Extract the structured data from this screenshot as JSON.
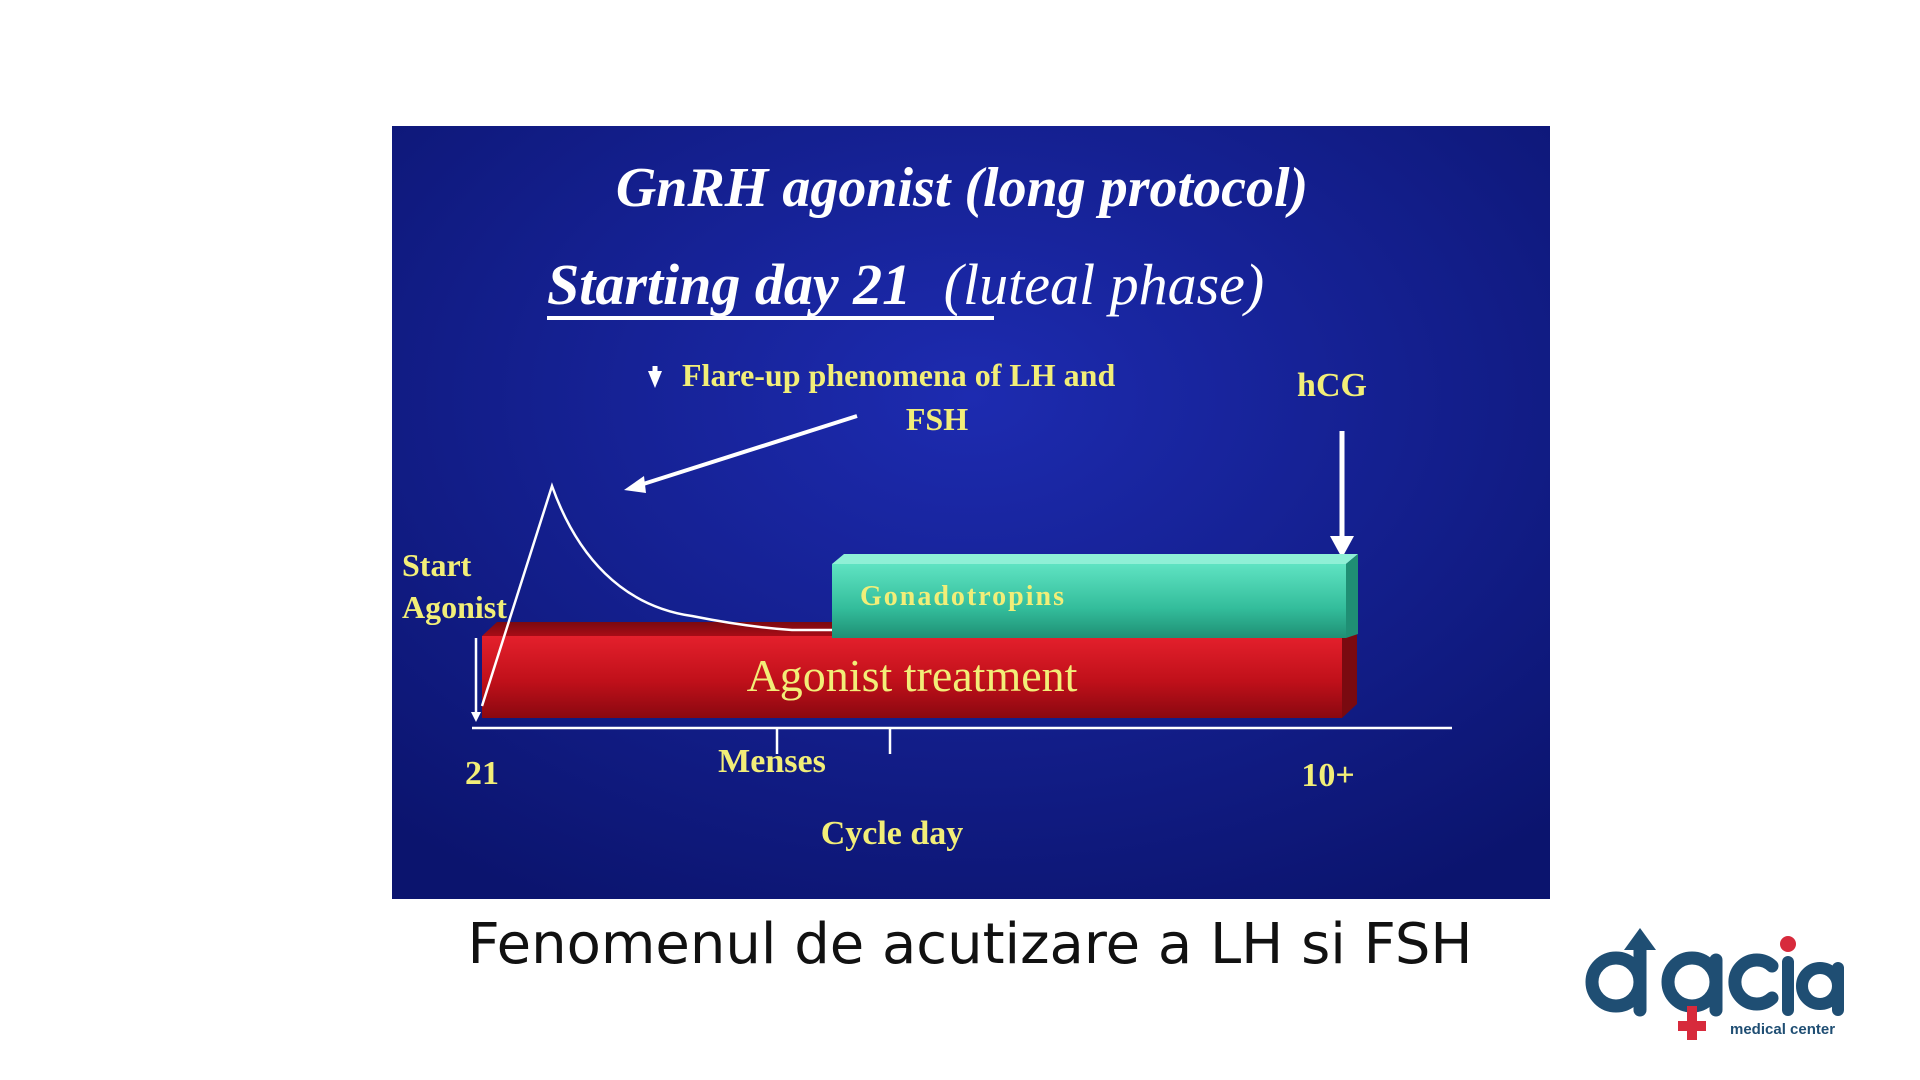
{
  "slide": {
    "title": "GnRH agonist (long protocol)",
    "subtitle_bold": "Starting day 21",
    "subtitle_rest": "(luteal phase)",
    "flare_line1": "Flare-up phenomena of LH and",
    "flare_line2": "FSH",
    "hcg_label": "hCG",
    "start_line1": "Start",
    "start_line2": "Agonist",
    "gonadotropins_label": "Gonadotropins",
    "agonist_label": "Agonist treatment",
    "tick_start": "21",
    "tick_menses": "Menses",
    "tick_end": "10+",
    "axis_label": "Cycle day",
    "colors": {
      "background": "#0e1a8c",
      "title_text": "#ffffff",
      "label_text": "#f2ee78",
      "agonist_bar": "#c4101c",
      "gonadotropin_bar": "#39c7a6",
      "lines": "#ffffff"
    }
  },
  "caption": "Fenomenul de acutizare a LH si FSH",
  "logo": {
    "brand": "dacia",
    "tagline": "medical center",
    "colors": {
      "primary": "#1f4e73",
      "accent": "#d72a3c"
    }
  }
}
